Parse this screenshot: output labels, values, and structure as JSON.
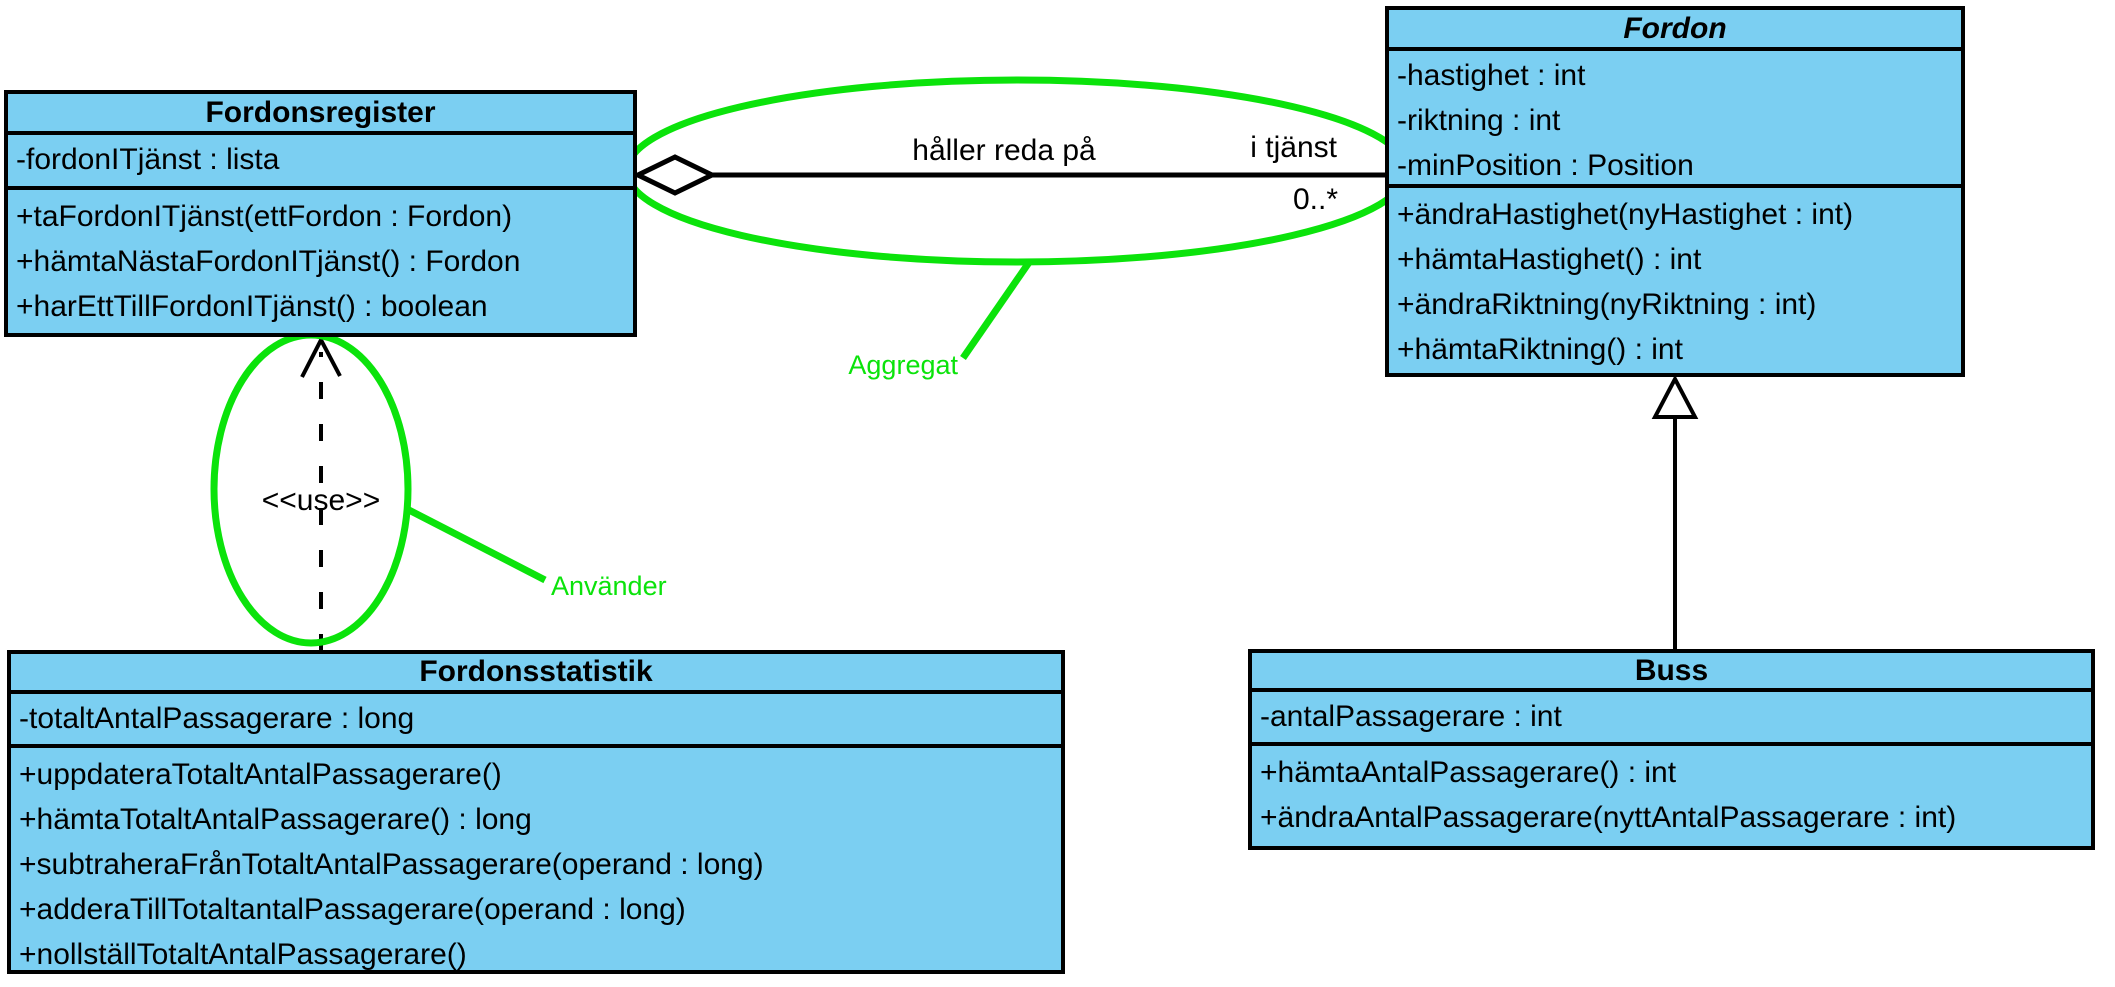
{
  "diagram": {
    "colors": {
      "class_fill": "#7bcff2",
      "class_border": "#000000",
      "annotation_green": "#0be30b"
    },
    "classes": {
      "fordonsregister": {
        "name": "Fordonsregister",
        "attributes": [
          "-fordonITjänst : lista"
        ],
        "methods": [
          "+taFordonITjänst(ettFordon : Fordon)",
          "+hämtaNästaFordonITjänst() : Fordon",
          "+harEttTillFordonITjänst() : boolean"
        ]
      },
      "fordon": {
        "name": "Fordon",
        "abstract": true,
        "attributes": [
          "-hastighet : int",
          "-riktning : int",
          "-minPosition : Position"
        ],
        "methods": [
          "+ändraHastighet(nyHastighet : int)",
          "+hämtaHastighet() : int",
          "+ändraRiktning(nyRiktning : int)",
          "+hämtaRiktning() : int"
        ]
      },
      "fordonsstatistik": {
        "name": "Fordonsstatistik",
        "attributes": [
          "-totaltAntalPassagerare : long"
        ],
        "methods": [
          "+uppdateraTotaltAntalPassagerare()",
          "+hämtaTotaltAntalPassagerare() : long",
          "+subtraheraFrånTotaltAntalPassagerare(operand : long)",
          "+adderaTillTotaltantalPassagerare(operand : long)",
          "+nollställTotaltAntalPassagerare()"
        ]
      },
      "buss": {
        "name": "Buss",
        "attributes": [
          "-antalPassagerare : int"
        ],
        "methods": [
          "+hämtaAntalPassagerare() : int",
          "+ändraAntalPassagerare(nyttAntalPassagerare : int)"
        ]
      }
    },
    "relations": {
      "aggregation": {
        "label": "håller reda på",
        "role": "i tjänst",
        "multiplicity": "0..*"
      },
      "dependency": {
        "stereotype": "<<use>>"
      }
    },
    "annotations": {
      "aggregation_note": "Aggregat",
      "dependency_note": "Använder"
    }
  }
}
